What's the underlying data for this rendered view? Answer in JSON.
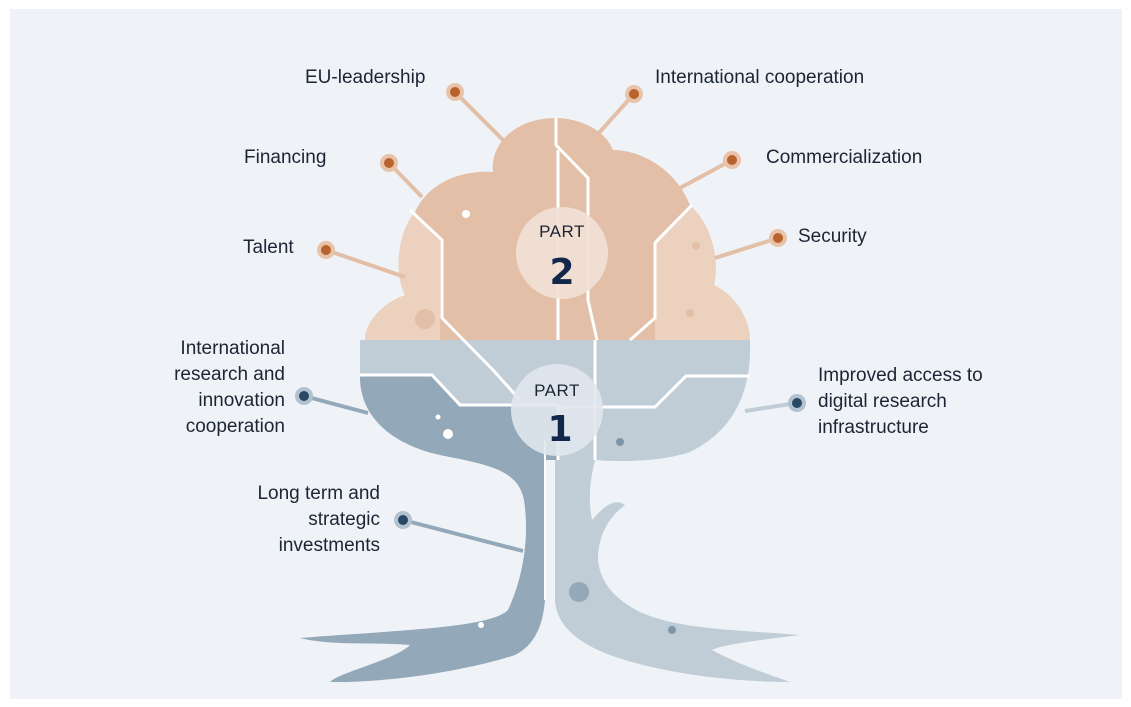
{
  "colors": {
    "background": "#eff3f8",
    "part2_dark": "#e2bfa6",
    "part2_light": "#ecd1be",
    "part2_dot": "#b8622e",
    "part1_dark": "#93a8b8",
    "part1_light": "#c0cdd7",
    "part1_dot": "#284866",
    "part_number": "#12284a"
  },
  "parts": {
    "part2": {
      "word": "PART",
      "number": "2"
    },
    "part1": {
      "word": "PART",
      "number": "1"
    }
  },
  "labels": {
    "eu_leadership": "EU-leadership",
    "international_cooperation": "International cooperation",
    "financing": "Financing",
    "commercialization": "Commercialization",
    "talent": "Talent",
    "security": "Security",
    "intl_research": [
      "International",
      "research and",
      "innovation",
      "cooperation"
    ],
    "improved_access": [
      "Improved access to",
      "digital research",
      "infrastructure"
    ],
    "long_term": [
      "Long term and",
      "strategic",
      "investments"
    ]
  }
}
